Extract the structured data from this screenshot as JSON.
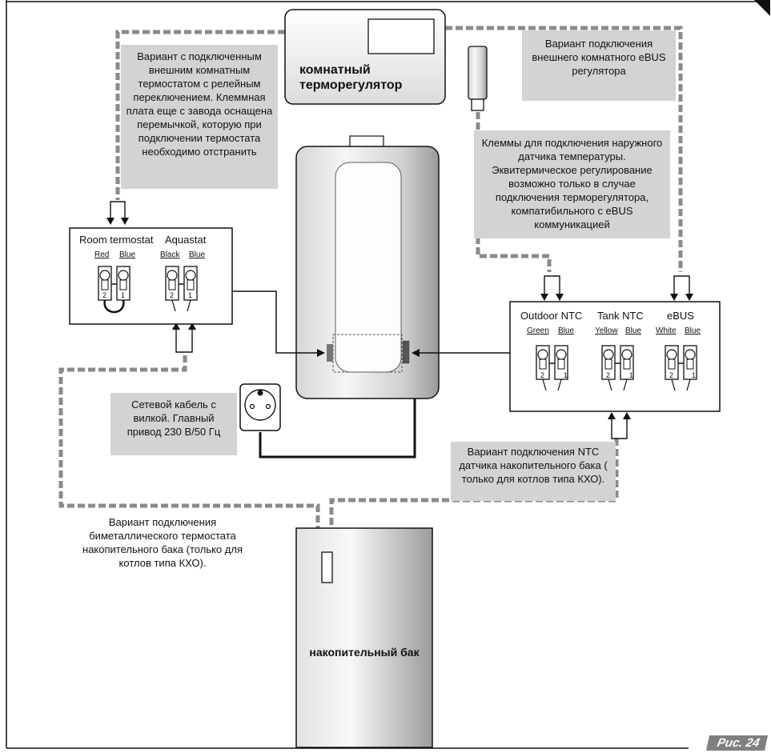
{
  "thermostat_label": "комнатный терморегулятор",
  "tank_label": "накопительный бак",
  "figure_label": "Рис. 24",
  "notes": {
    "relay_thermostat": "Вариант с подключенным внешним комнатным термостатом с релейным переключением. Клеммная плата еще с завода оснащена перемычкой, которую при подключении термостата необходимо отстранить",
    "ebus_regulator": "Вариант подключения внешнего комнатного eBUS регулятора",
    "outdoor_sensor": "Клеммы для подключения наружного датчика температуры. Эквитермическое регулирование возможно только в случае подключения терморегулятора, компатибильного с eBUS коммуникацией",
    "power_cable": "Сетевой кабель с вилкой. Главный привод 230 В/50 Гц",
    "ntc_tank": "Вариант подключения NTC датчика накопительного бака ( только для котлов типа КХО).",
    "bimetal_tank": "Вариант подключения биметаллического термостата накопительного бака (только для котлов типа КХО)."
  },
  "left_block": {
    "headers": [
      "Room termostat",
      "Aquastat"
    ],
    "wire_colors": [
      "Red",
      "Blue",
      "Black",
      "Blue"
    ],
    "pin_numbers": [
      "2",
      "1",
      "2",
      "1"
    ]
  },
  "right_block": {
    "headers": [
      "Outdoor NTC",
      "Tank NTC",
      "eBUS"
    ],
    "wire_colors": [
      "Green",
      "Blue",
      "Yellow",
      "Blue",
      "White",
      "Blue"
    ],
    "pin_numbers": [
      "2",
      "1",
      "2",
      "1",
      "2",
      "1"
    ]
  },
  "colors": {
    "note_bg": "#d3d3d3",
    "dashed_line": "#8a8a8a",
    "boiler_dark": "#a8a8a8",
    "figure_badge": "#7f7f7f"
  },
  "icons": [
    "socket-icon",
    "terminal-icon",
    "arrow-icon",
    "sensor-icon"
  ]
}
